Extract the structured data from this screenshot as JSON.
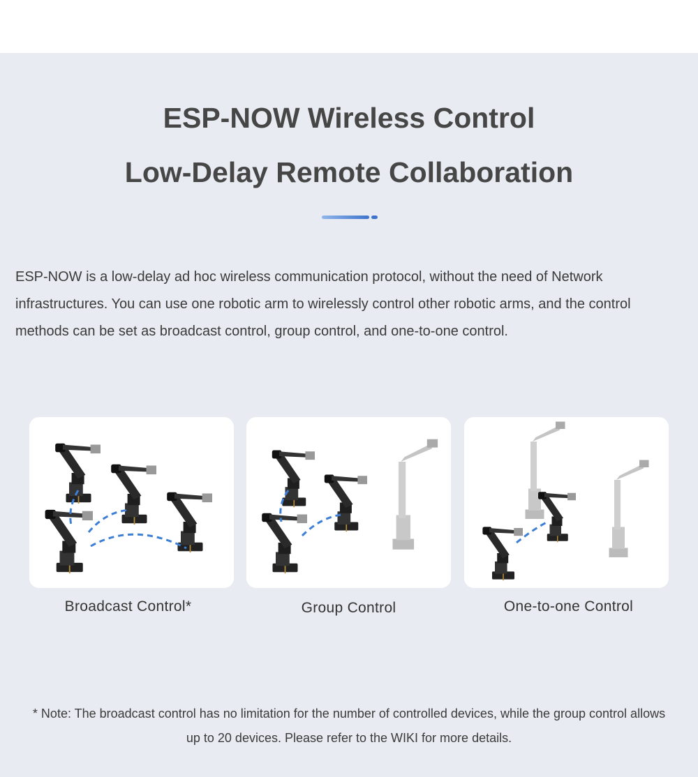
{
  "header": {
    "title_line1": "ESP-NOW Wireless Control",
    "title_line2": "Low-Delay Remote Collaboration"
  },
  "description": "ESP-NOW is a low-delay ad hoc wireless communication protocol, without the need of Network infrastructures. You can use one robotic arm to wirelessly control other robotic arms, and the control methods can be set as broadcast control, group control, and one-to-one control.",
  "cards": [
    {
      "label": "Broadcast Control*"
    },
    {
      "label": "Group Control"
    },
    {
      "label": "One-to-one Control"
    }
  ],
  "note": {
    "line1": "* Note: The broadcast control has no limitation for the number of controlled devices, while the group control allows",
    "line2": "up to 20 devices. Please refer to the WIKI for more details."
  },
  "colors": {
    "background": "#e8ebf1",
    "accent": "#3e74cc",
    "title": "#464646"
  }
}
